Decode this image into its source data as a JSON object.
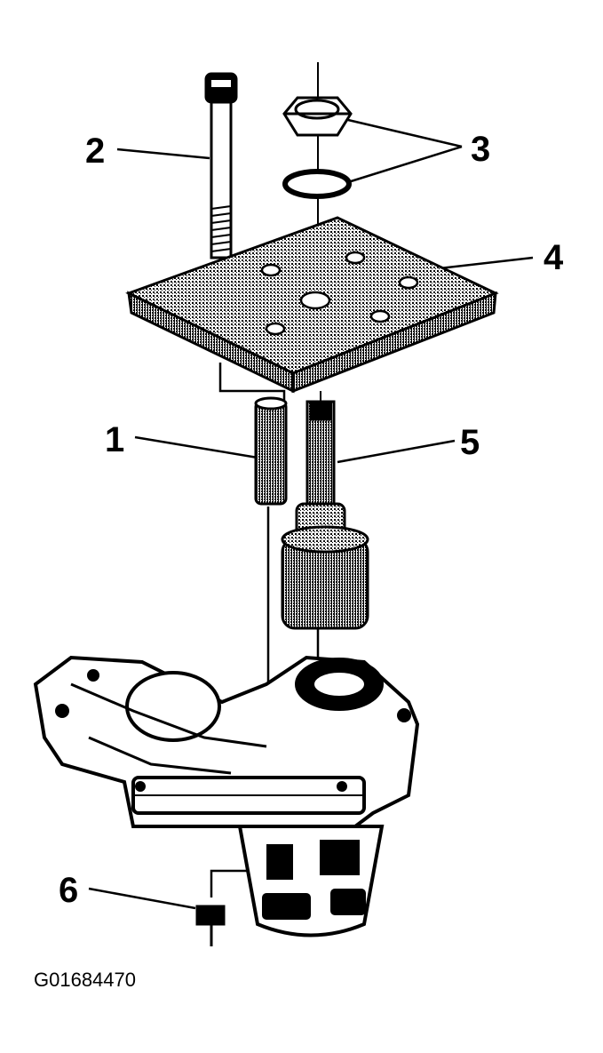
{
  "callouts": {
    "c1": "1",
    "c2": "2",
    "c3": "3",
    "c4": "4",
    "c5": "5",
    "c6": "6"
  },
  "figure_id": "G01684470",
  "colors": {
    "ink": "#000000",
    "paper": "#ffffff"
  }
}
